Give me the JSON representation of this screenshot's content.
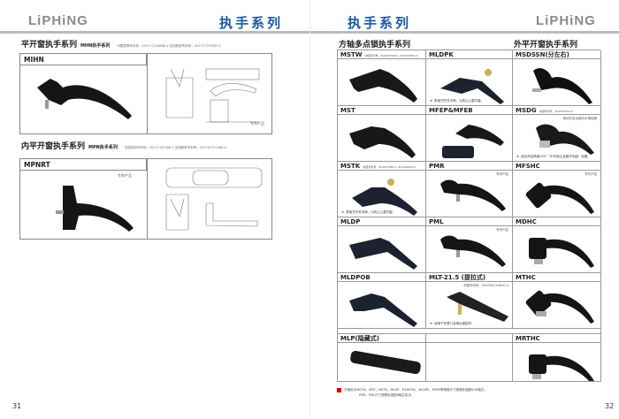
{
  "left": {
    "logo": "LiPHiNG",
    "series_title": "执手系列",
    "sections": [
      {
        "title": "平开窗执手系列",
        "sub": "MHN执手系列",
        "patent": "中国发明专利号：2017113198​66.X 实用新型专利号：201721729530.0",
        "model": "MIHN",
        "tag": "专利产品"
      },
      {
        "title": "内平开窗执手系列",
        "sub": "MPN执手系列",
        "patent": "中国发明专利号：201711327​66.2 实用新型专利号：201721727466.X",
        "model": "MPNRT",
        "tag": "专利产品"
      }
    ],
    "page_number": "31"
  },
  "right": {
    "series_title": "执手系列",
    "logo": "LiPHiNG",
    "section_left": "方轴多点锁执手系列",
    "section_right": "外平开窗执手系列",
    "cells": [
      {
        "name": "MSTW",
        "patent": "中国专利号：ZL9507586.0, ZL0030050.X"
      },
      {
        "name": "MLDPK",
        "note": "带锁式开关手柄，以防止儿童开窗。"
      },
      {
        "name": "MSDSSN(分左右)"
      },
      {
        "name": "MST"
      },
      {
        "name": "MFEP&MFEB"
      },
      {
        "name": "MSDG",
        "patent": "中国专利号：ZL0030050.X",
        "tag": "带闭式自动锁向手柄插销",
        "note": "适合开启角度190°（平开锁止及超开功能）设置。"
      },
      {
        "name": "MSTK",
        "patent": "中国专利号：ZL9507586.0, ZL0030050.X",
        "note": "带锁式开关手柄，以防止儿童开窗。"
      },
      {
        "name": "PMR",
        "tag": "专利产品"
      },
      {
        "name": "MFSHC",
        "tag": "专利产品"
      },
      {
        "name": "MLDP"
      },
      {
        "name": "PML",
        "tag": "专利产品"
      },
      {
        "name": "MDHC"
      },
      {
        "name": "MLDPOB"
      },
      {
        "name": "MLT-21.5 (提拉式)",
        "tag": "中国专利号：200330119650.0",
        "note": "适用于折叠门及带纱窗型材"
      },
      {
        "name": "MTHC"
      },
      {
        "name": "MLP(隐藏式)"
      },
      {
        "name": ""
      },
      {
        "name": "MRTHC"
      }
    ],
    "footnote_1": "方轴执手MSTW、MST、MSTK、MLDP、MLDPOB、MLDPK、MFEP等规格尺寸按照标准配8×8轴芯。",
    "footnote_2": "PMR、PML尺寸按照标准配8轴芯执手。",
    "page_number": "32"
  }
}
